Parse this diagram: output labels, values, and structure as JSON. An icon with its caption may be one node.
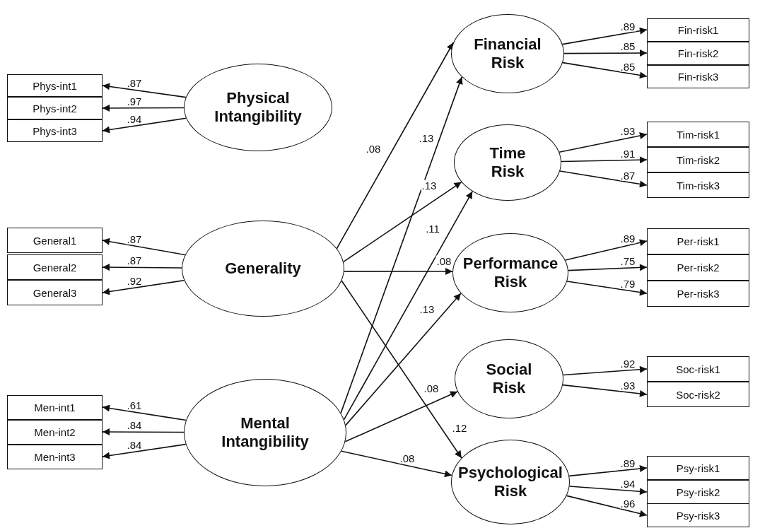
{
  "diagram": {
    "nodes": [
      {
        "text": [
          "Physical Intangibility"
        ]
      },
      {
        "text": [
          "Generality"
        ]
      },
      {
        "text": [
          "Mental Intangibility"
        ]
      },
      {
        "text": [
          "Financial Risk"
        ]
      },
      {
        "text": [
          "Time Risk"
        ]
      },
      {
        "text": [
          "Performance Risk"
        ]
      },
      {
        "text": [
          "Social Risk"
        ]
      },
      {
        "text": [
          "Psychological Risk"
        ]
      },
      {
        "text": [
          "Phys-int1"
        ]
      },
      {
        "text": [
          "Phys-int2"
        ]
      },
      {
        "text": [
          "Phys-int3"
        ]
      },
      {
        "text": [
          "General1"
        ]
      },
      {
        "text": [
          "General2"
        ]
      },
      {
        "text": [
          "General3"
        ]
      },
      {
        "text": [
          "Men-int1"
        ]
      },
      {
        "text": [
          "Men-int2"
        ]
      },
      {
        "text": [
          "Men-int3"
        ]
      },
      {
        "text": [
          "Fin-risk1"
        ]
      },
      {
        "text": [
          "Fin-risk2"
        ]
      },
      {
        "text": [
          "Fin-risk3"
        ]
      },
      {
        "text": [
          "Tim-risk1"
        ]
      },
      {
        "text": [
          "Tim-risk2"
        ]
      },
      {
        "text": [
          "Tim-risk3"
        ]
      },
      {
        "text": [
          "Per-risk1"
        ]
      },
      {
        "text": [
          "Per-risk2"
        ]
      },
      {
        "text": [
          "Per-risk3"
        ]
      },
      {
        "text": [
          "Soc-risk1"
        ]
      },
      {
        "text": [
          "Soc-risk2"
        ]
      },
      {
        "text": [
          "Psy-risk1"
        ]
      },
      {
        "text": [
          "Psy-risk2"
        ]
      },
      {
        "text": [
          "Psy-risk3"
        ]
      }
    ],
    "edges": [
      {
        "from": 0,
        "to": 8,
        "arrow": "to",
        "label": ".87"
      },
      {
        "from": 0,
        "to": 9,
        "arrow": "to",
        "label": ".97"
      },
      {
        "from": 0,
        "to": 10,
        "arrow": "to",
        "label": ".94"
      },
      {
        "from": 1,
        "to": 11,
        "arrow": "to",
        "label": ".87"
      },
      {
        "from": 1,
        "to": 12,
        "arrow": "to",
        "label": ".87"
      },
      {
        "from": 1,
        "to": 13,
        "arrow": "to",
        "label": ".92"
      },
      {
        "from": 2,
        "to": 14,
        "arrow": "to",
        "label": ".61"
      },
      {
        "from": 2,
        "to": 15,
        "arrow": "to",
        "label": ".84"
      },
      {
        "from": 2,
        "to": 16,
        "arrow": "to",
        "label": ".84"
      },
      {
        "from": 3,
        "to": 17,
        "arrow": "to",
        "label": ".89"
      },
      {
        "from": 3,
        "to": 18,
        "arrow": "to",
        "label": ".85"
      },
      {
        "from": 3,
        "to": 19,
        "arrow": "to",
        "label": ".85"
      },
      {
        "from": 4,
        "to": 20,
        "arrow": "to",
        "label": ".93"
      },
      {
        "from": 4,
        "to": 21,
        "arrow": "to",
        "label": ".91"
      },
      {
        "from": 4,
        "to": 22,
        "arrow": "to",
        "label": ".87"
      },
      {
        "from": 5,
        "to": 23,
        "arrow": "to",
        "label": ".89"
      },
      {
        "from": 5,
        "to": 24,
        "arrow": "to",
        "label": ".75"
      },
      {
        "from": 5,
        "to": 25,
        "arrow": "to",
        "label": ".79"
      },
      {
        "from": 6,
        "to": 26,
        "arrow": "to",
        "label": ".92"
      },
      {
        "from": 6,
        "to": 27,
        "arrow": "to",
        "label": ".93"
      },
      {
        "from": 7,
        "to": 28,
        "arrow": "to",
        "label": ".89"
      },
      {
        "from": 7,
        "to": 29,
        "arrow": "to",
        "label": ".94"
      },
      {
        "from": 7,
        "to": 30,
        "arrow": "to",
        "label": ".96"
      },
      {
        "from": 1,
        "to": 3,
        "arrow": "to",
        "label": ".08"
      },
      {
        "from": 2,
        "to": 3,
        "arrow": "to",
        "label": ".13"
      },
      {
        "from": 1,
        "to": 4,
        "arrow": "to",
        "label": ".13"
      },
      {
        "from": 2,
        "to": 4,
        "arrow": "to",
        "label": ".11"
      },
      {
        "from": 1,
        "to": 5,
        "arrow": "to",
        "label": ".08"
      },
      {
        "from": 2,
        "to": 5,
        "arrow": "to",
        "label": ".13"
      },
      {
        "from": 2,
        "to": 6,
        "arrow": "to",
        "label": ".08"
      },
      {
        "from": 1,
        "to": 7,
        "arrow": "to",
        "label": ".12"
      },
      {
        "from": 2,
        "to": 7,
        "arrow": "to",
        "label": ".08"
      }
    ]
  }
}
